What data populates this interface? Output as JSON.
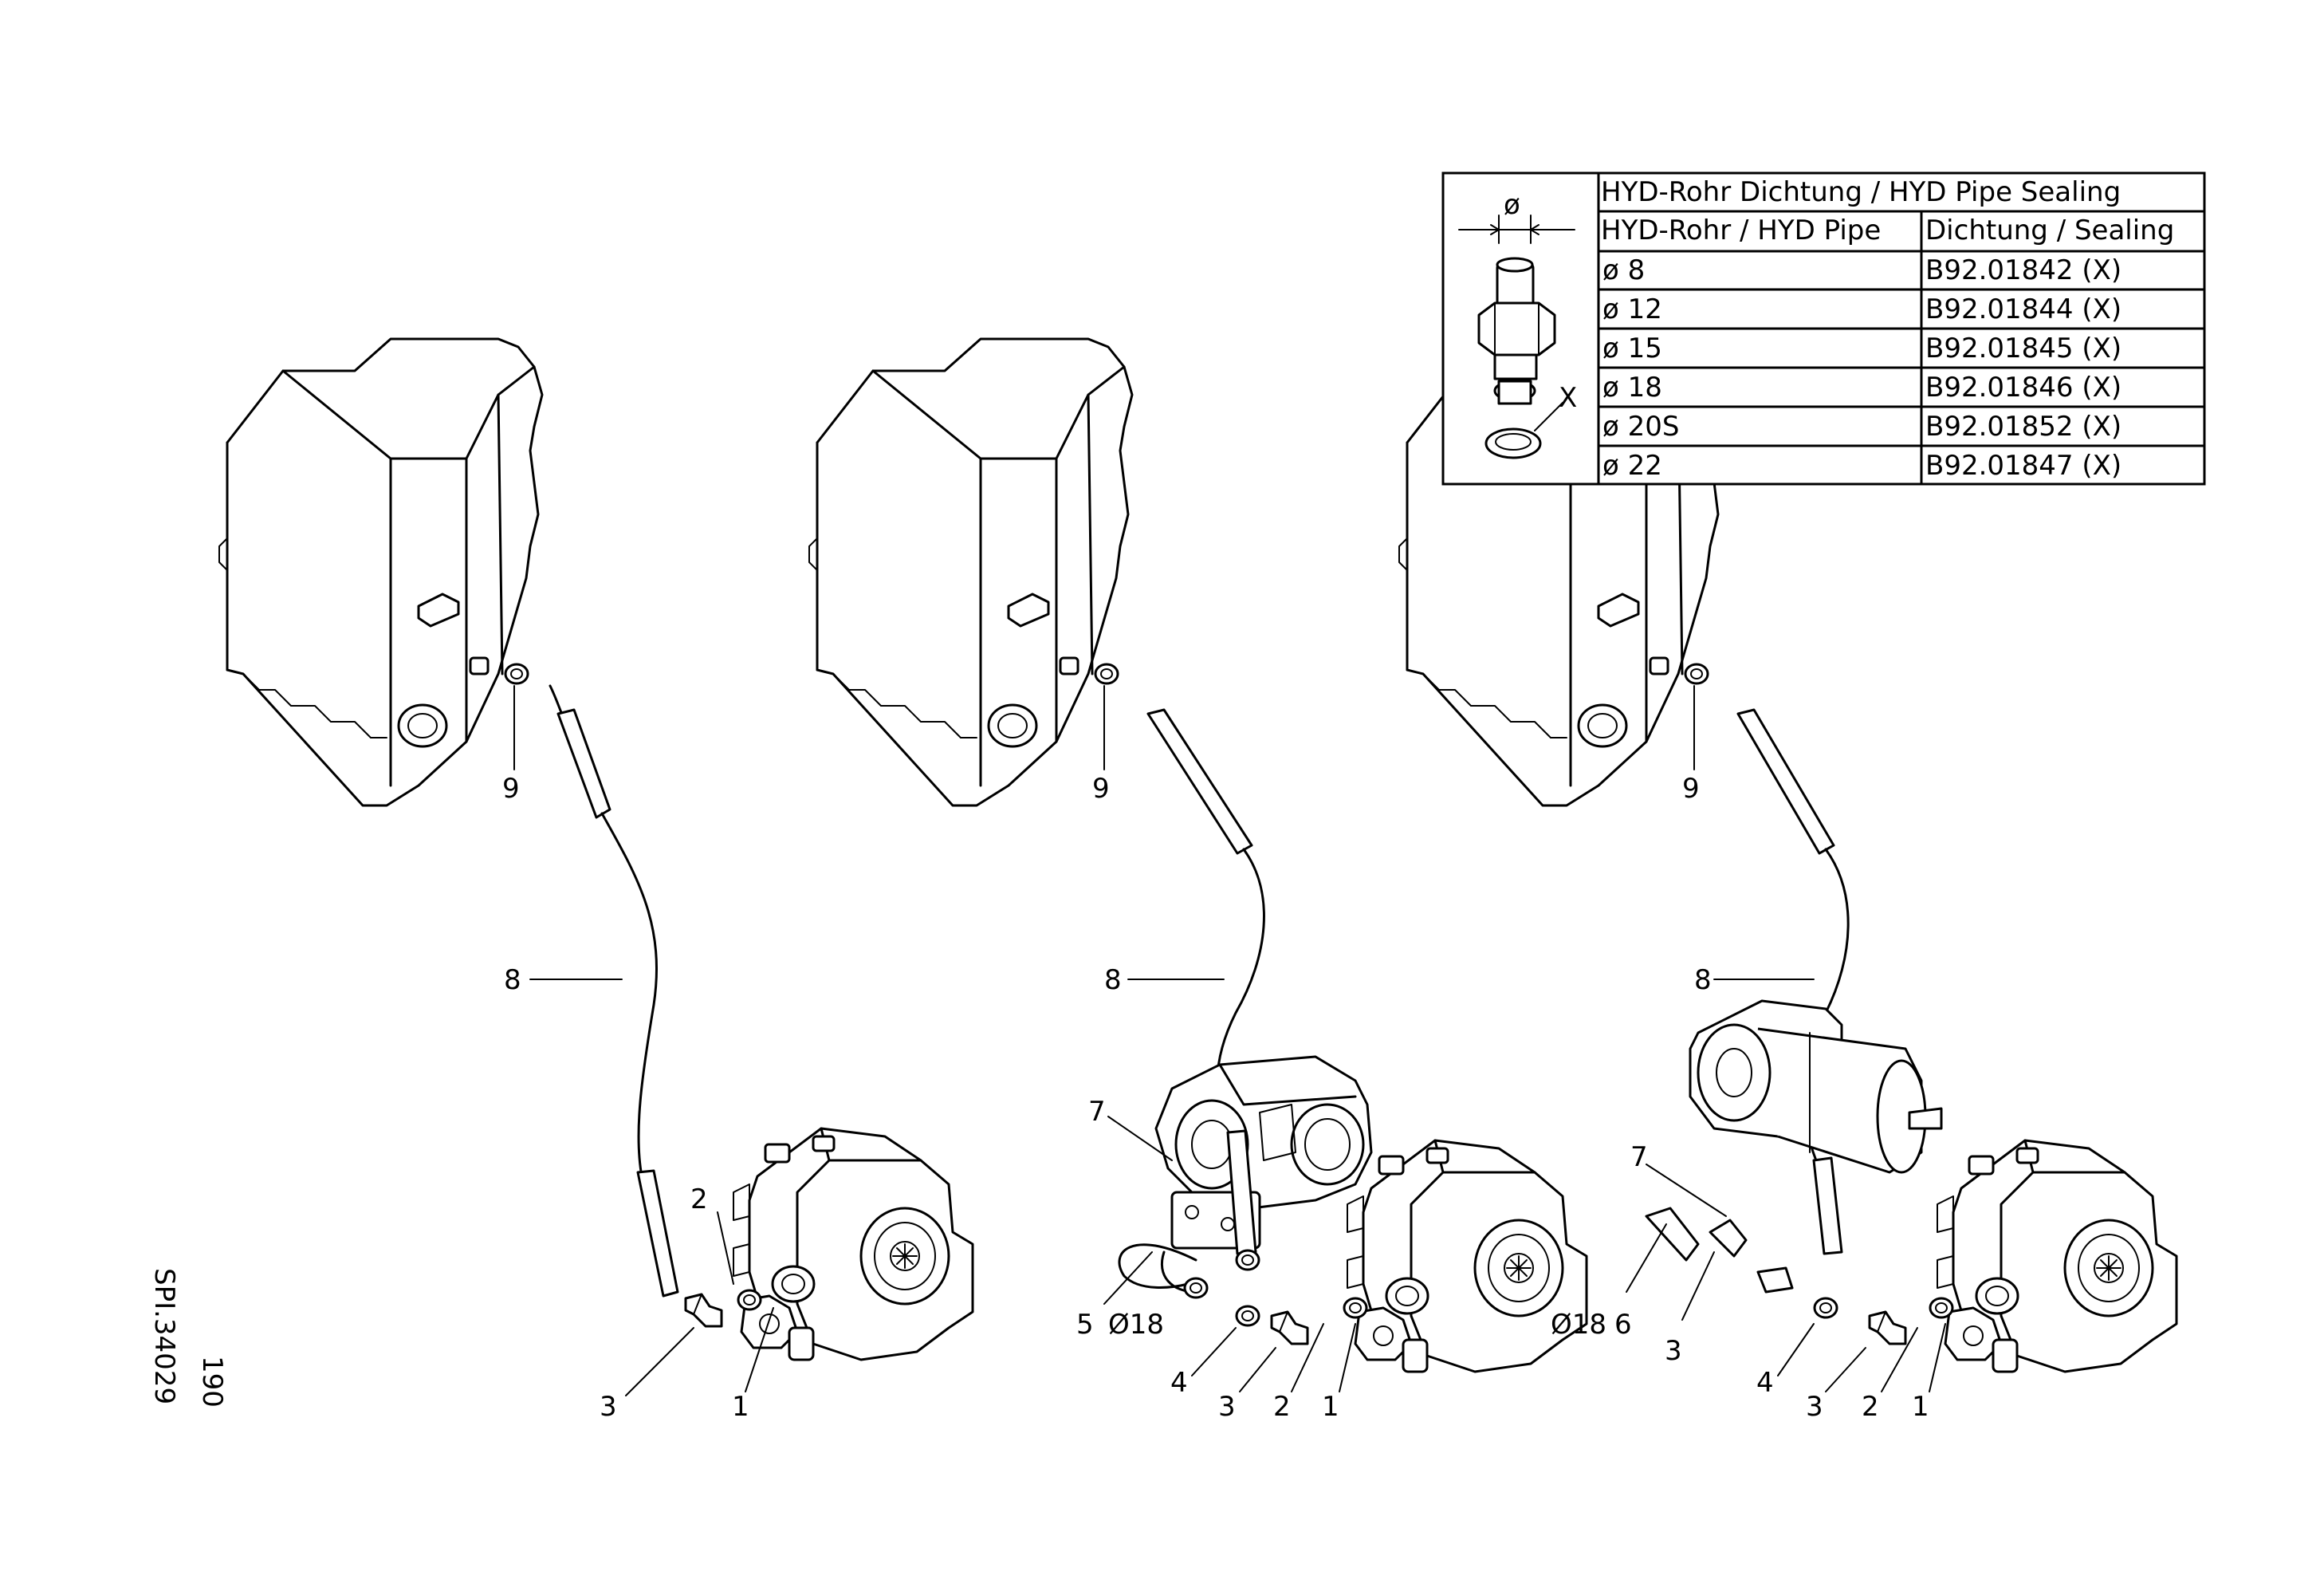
{
  "sealing_table": {
    "title": "HYD-Rohr Dichtung / HYD Pipe Sealing",
    "col_pipe": "HYD-Rohr / HYD Pipe",
    "col_seal": "Dichtung / Sealing",
    "diameter_symbol": "ø",
    "seal_marker": "X",
    "rows": [
      {
        "pipe": "ø  8",
        "seal": "B92.01842   (X)"
      },
      {
        "pipe": "ø  12",
        "seal": "B92.01844   (X)"
      },
      {
        "pipe": "ø  15",
        "seal": "B92.01845   (X)"
      },
      {
        "pipe": "ø  18",
        "seal": "B92.01846   (X)"
      },
      {
        "pipe": "ø  20S",
        "seal": "B92.01852   (X)"
      },
      {
        "pipe": "ø  22",
        "seal": "B92.01847   (X)"
      }
    ]
  },
  "drawing_number": {
    "page": "190",
    "code": "SPI.34029"
  },
  "views": [
    {
      "callouts": {
        "c9": "9",
        "c8": "8",
        "c2": "2",
        "c3": "3",
        "c1": "1"
      }
    },
    {
      "callouts": {
        "c9": "9",
        "c8": "8",
        "c7": "7",
        "c5": "5",
        "c5d": "Ø18",
        "c4": "4",
        "c3": "3",
        "c2": "2",
        "c1": "1"
      }
    },
    {
      "callouts": {
        "c9": "9",
        "c8": "8",
        "c7": "7",
        "c6d": "Ø18",
        "c6": "6",
        "c3a": "3",
        "c4": "4",
        "c3": "3",
        "c2": "2",
        "c1": "1"
      }
    }
  ]
}
